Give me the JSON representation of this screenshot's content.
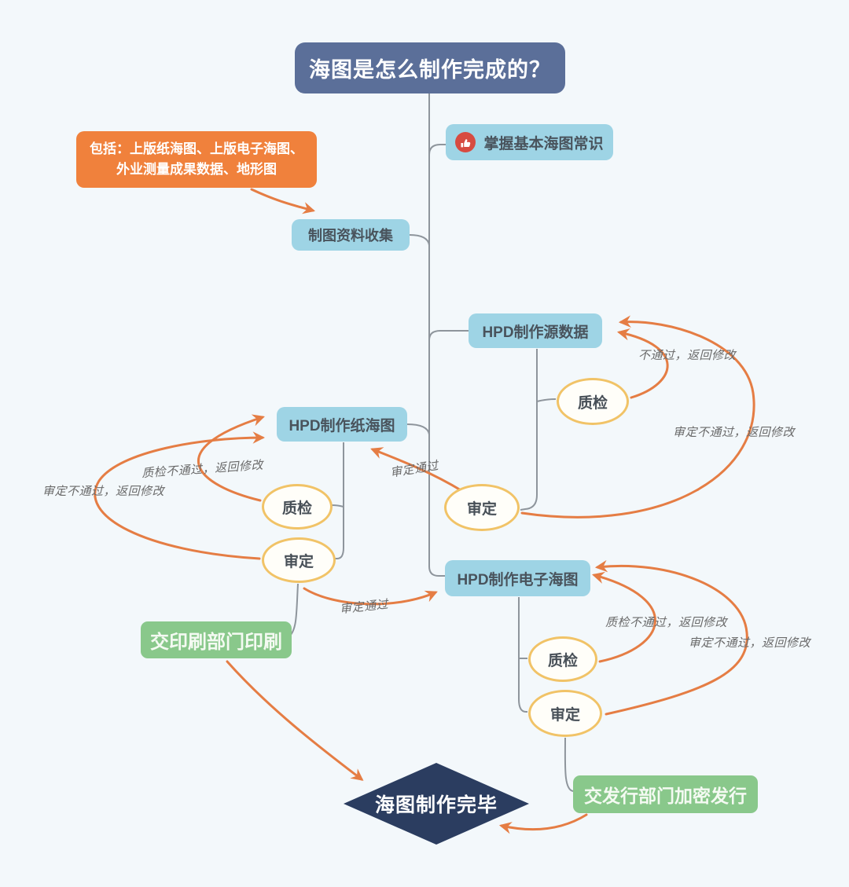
{
  "colors": {
    "bg": "#f3f8fb",
    "navy": "#5b6f99",
    "teal": "#9ed4e5",
    "orange-box": "#f0813c",
    "green": "#89c88b",
    "diamond": "#2b3d60",
    "yellow": "#f1c367",
    "arrow": "#e57d44",
    "line": "#8e959c",
    "badge": "#d74b41"
  },
  "title": {
    "label": "海图是怎么制作完成的？"
  },
  "nodes": {
    "knowledge": {
      "label": "掌握基本海图常识",
      "icon": "thumbs-up-badge"
    },
    "note": {
      "line1": "包括：上版纸海图、上版电子海图、",
      "line2": "外业测量成果数据、地形图"
    },
    "collect": {
      "label": "制图资料收集"
    },
    "source": {
      "label": "HPD制作源数据"
    },
    "paper": {
      "label": "HPD制作纸海图"
    },
    "electronic": {
      "label": "HPD制作电子海图"
    },
    "print": {
      "label": "交印刷部门印刷"
    },
    "publish": {
      "label": "交发行部门加密发行"
    },
    "done": {
      "label": "海图制作完毕"
    },
    "qc_source": {
      "label": "质检"
    },
    "review_source": {
      "label": "审定"
    },
    "qc_paper": {
      "label": "质检"
    },
    "review_paper": {
      "label": "审定"
    },
    "qc_electronic": {
      "label": "质检"
    },
    "review_electronic": {
      "label": "审定"
    }
  },
  "edge_labels": {
    "source_qc_fail": "不通过，返回修改",
    "source_review_fail": "审定不通过，返回修改",
    "source_review_pass": "审定通过",
    "paper_qc_fail": "质检不通过，返回修改",
    "paper_review_fail": "审定不通过，返回修改",
    "paper_review_pass": "审定通过",
    "electronic_qc_fail": "质检不通过，返回修改",
    "electronic_review_fail": "审定不通过，返回修改"
  }
}
